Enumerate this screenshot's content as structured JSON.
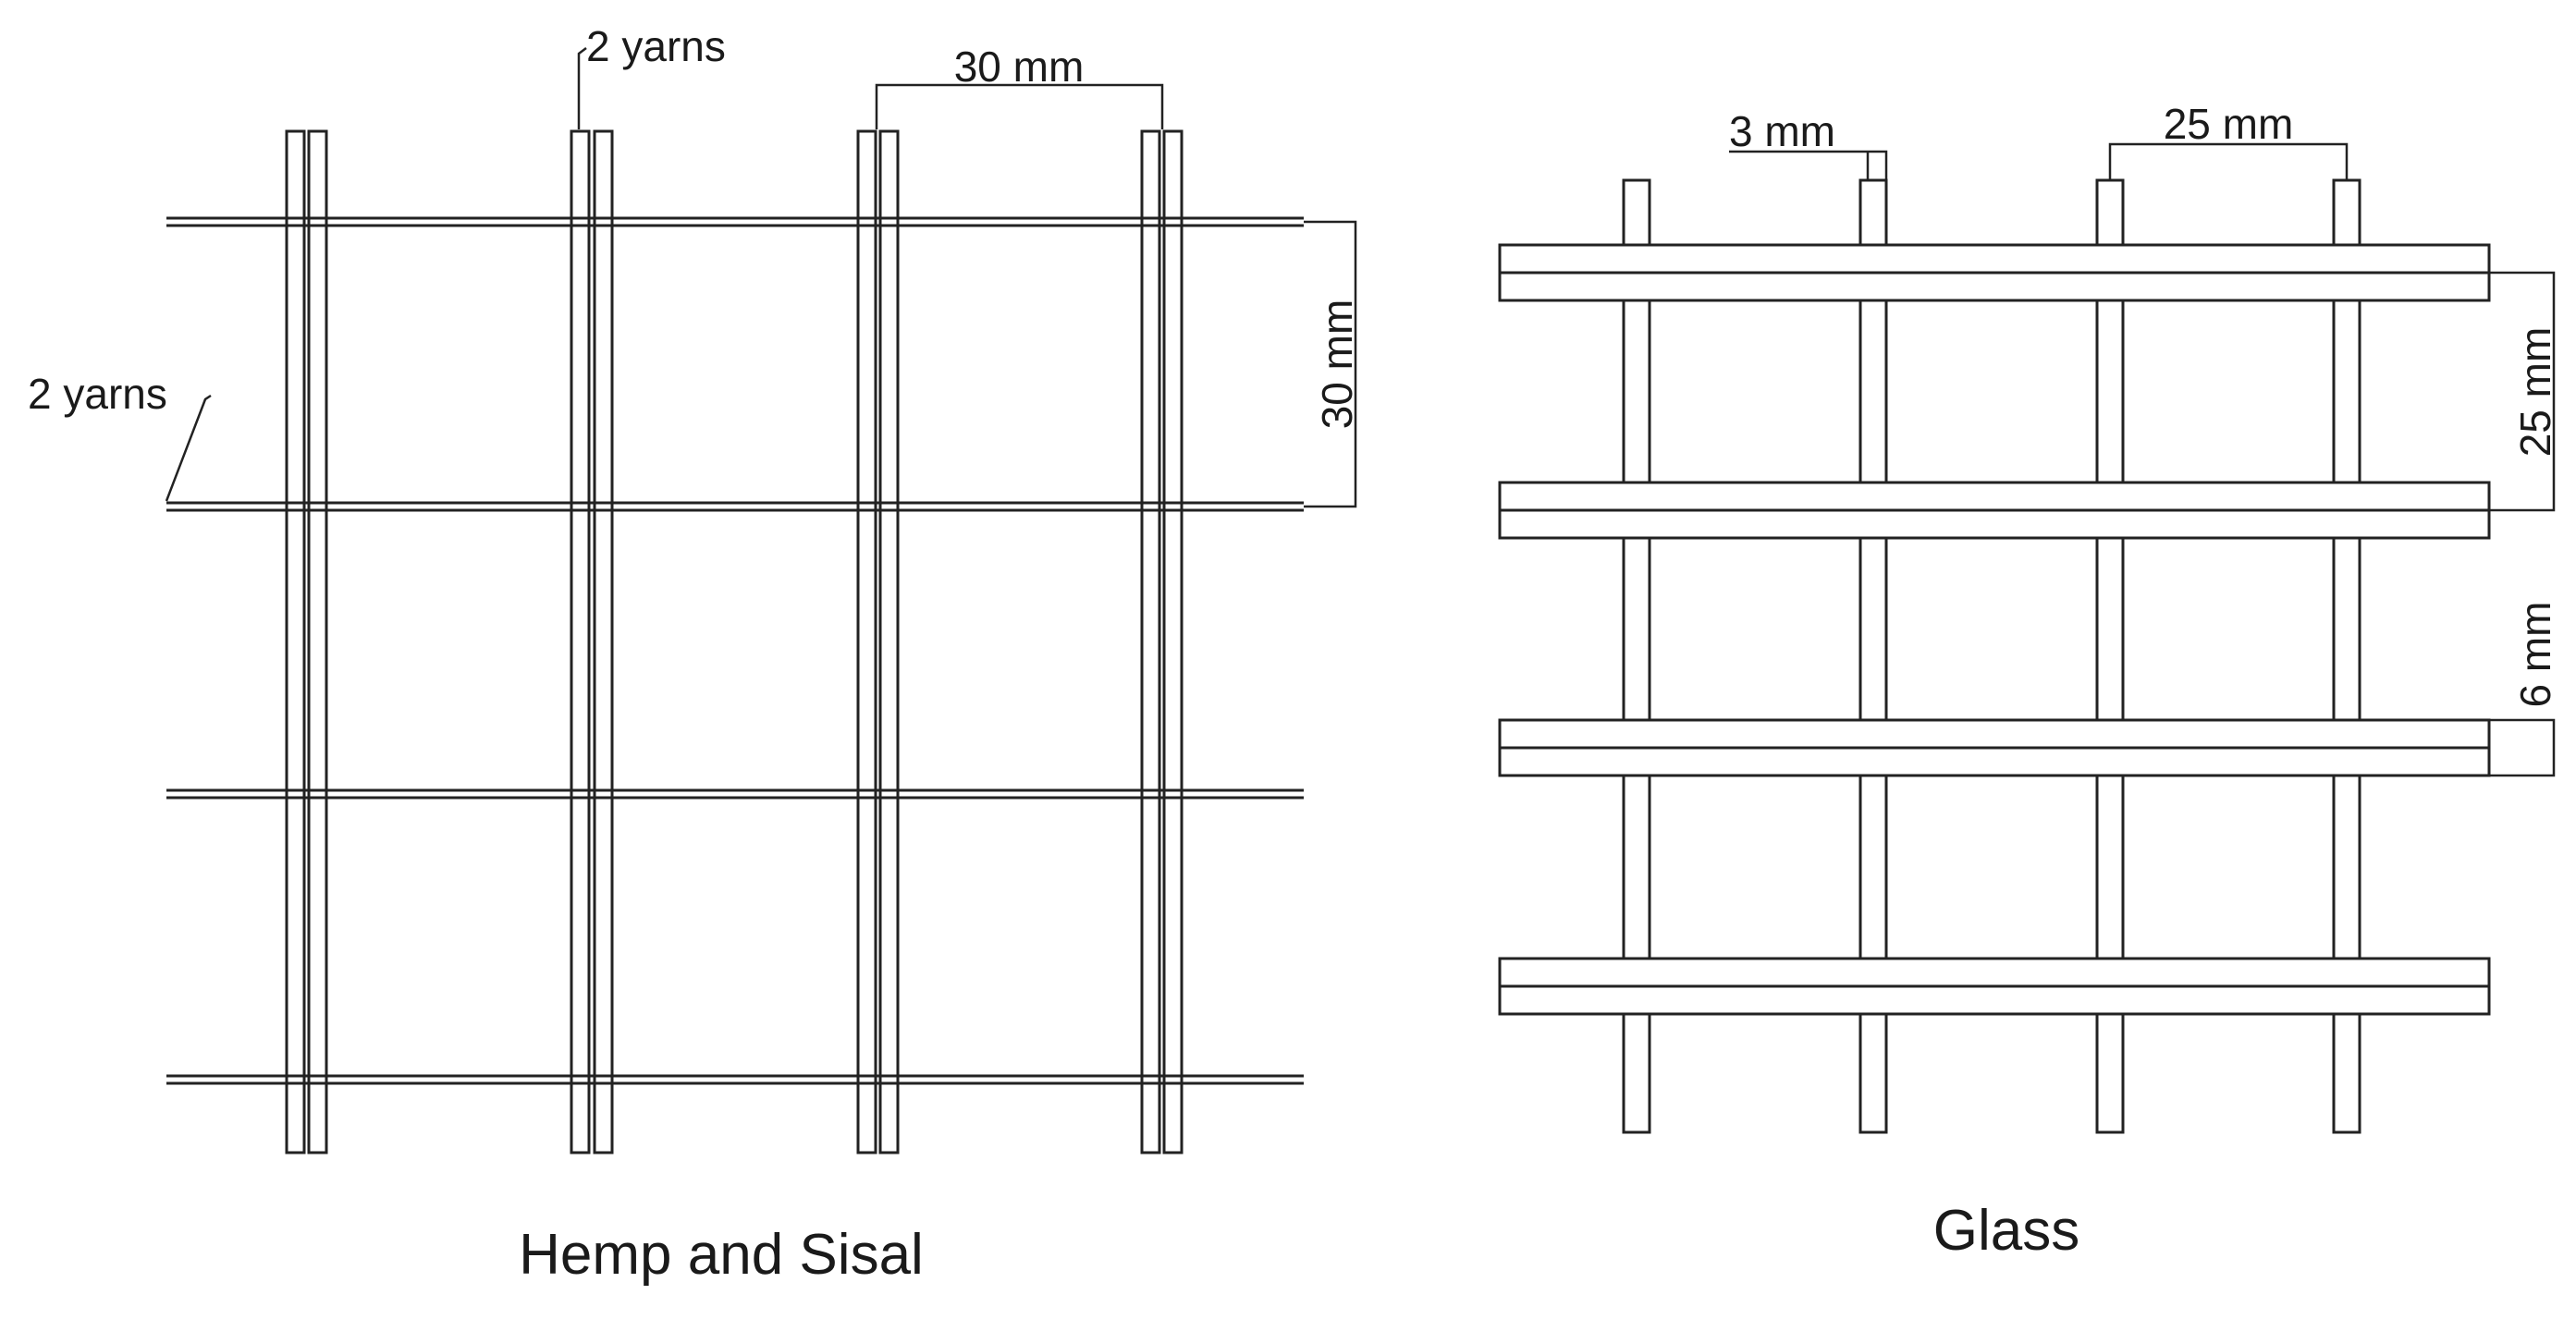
{
  "panels": {
    "hemp_sisal": {
      "caption": "Hemp and Sisal",
      "yarn_label_vertical": "2 yarns",
      "yarn_label_horizontal": "2 yarns",
      "spacing_horizontal": "30 mm",
      "spacing_vertical": "30 mm"
    },
    "glass": {
      "caption": "Glass",
      "width_label": "3 mm",
      "spacing_horizontal": "25 mm",
      "spacing_vertical": "25 mm",
      "bar_width_label": "6 mm"
    }
  },
  "colors": {
    "line": "#222222",
    "background": "#ffffff"
  }
}
